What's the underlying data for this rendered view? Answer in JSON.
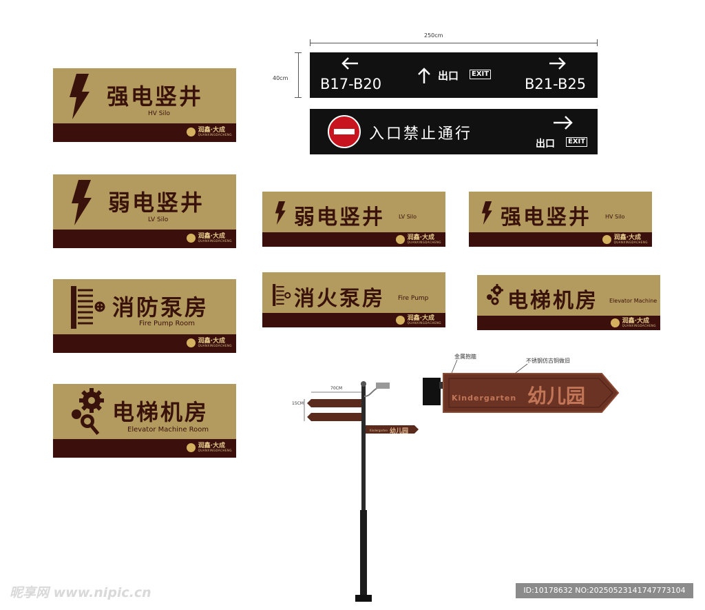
{
  "brand": {
    "name": "润鑫·大成",
    "en": "QUANXINGDACHENG"
  },
  "signs": [
    {
      "cn": "强电竖井",
      "en": "HV Silo",
      "icon": "lightning-icon"
    },
    {
      "cn": "弱电竖井",
      "en": "LV Silo",
      "icon": "lightning-icon"
    },
    {
      "cn": "消防泵房",
      "en": "Fire  Pump Room",
      "icon": "hose-reel-icon"
    },
    {
      "cn": "电梯机房",
      "en": "Elevator  Machine Room",
      "icon": "gears-icon"
    }
  ],
  "small_signs": [
    {
      "cn": "弱电竖井",
      "en": "LV Silo",
      "icon": "lightning-icon"
    },
    {
      "cn": "强电竖井",
      "en": "HV Silo",
      "icon": "lightning-icon"
    },
    {
      "cn": "消火泵房",
      "en": "Fire  Pump",
      "icon": "hose-reel-icon"
    },
    {
      "cn": "电梯机房",
      "en": "Elevator Machine",
      "icon": "gears-icon"
    }
  ],
  "parking": {
    "width_dim": "250cm",
    "height_dim": "40cm",
    "left_zone": "B17-B20",
    "right_zone": "B21-B25",
    "exit_cn": "出口",
    "exit_en": "EXIT",
    "no_entry": "入口禁止通行"
  },
  "wayfinding": {
    "arm_dim": "70CM",
    "height_dim": "15CM",
    "small_sign": "幼儿园",
    "small_sign_en": "Kindergarten",
    "bracket_label": "金属抱箍",
    "material_label": "不锈钢仿古铜做旧",
    "sign_en": "Kindergarten",
    "sign_cn": "幼儿园"
  },
  "watermark": {
    "site": "昵享网 www.nipic.cn",
    "id": "ID:10178632 NO:20250523141747773104"
  },
  "colors": {
    "gold": "#b39a5e",
    "dark_band": "#3b0f0c",
    "black": "#111111",
    "red": "#c8141e",
    "bronze": "#5a2a1c"
  }
}
